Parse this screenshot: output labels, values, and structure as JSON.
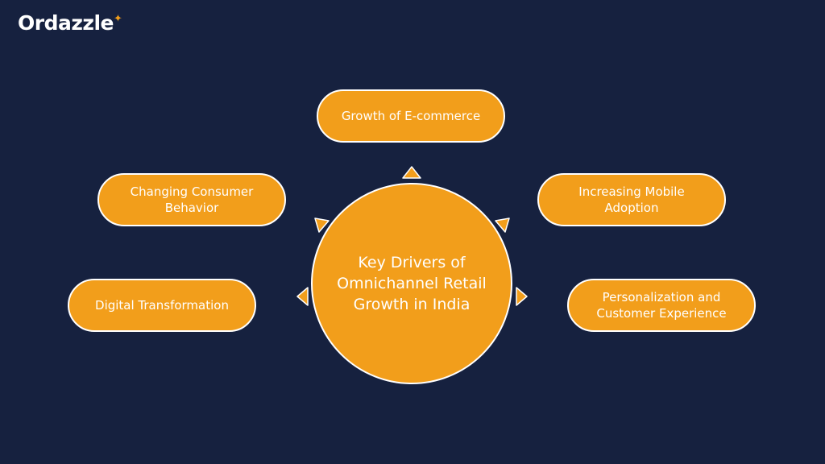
{
  "logo": {
    "text": "Ordazzle",
    "mark": "star-icon"
  },
  "center": {
    "title": "Key Drivers of Omnichannel Retail Growth in India"
  },
  "drivers": [
    {
      "label": "Growth of E-commerce"
    },
    {
      "label": "Changing Consumer Behavior"
    },
    {
      "label": "Increasing Mobile Adoption"
    },
    {
      "label": "Digital Transformation"
    },
    {
      "label": "Personalization and Customer Experience"
    }
  ],
  "colors": {
    "background": "#16213f",
    "accent": "#f29e1b",
    "text": "#ffffff"
  }
}
